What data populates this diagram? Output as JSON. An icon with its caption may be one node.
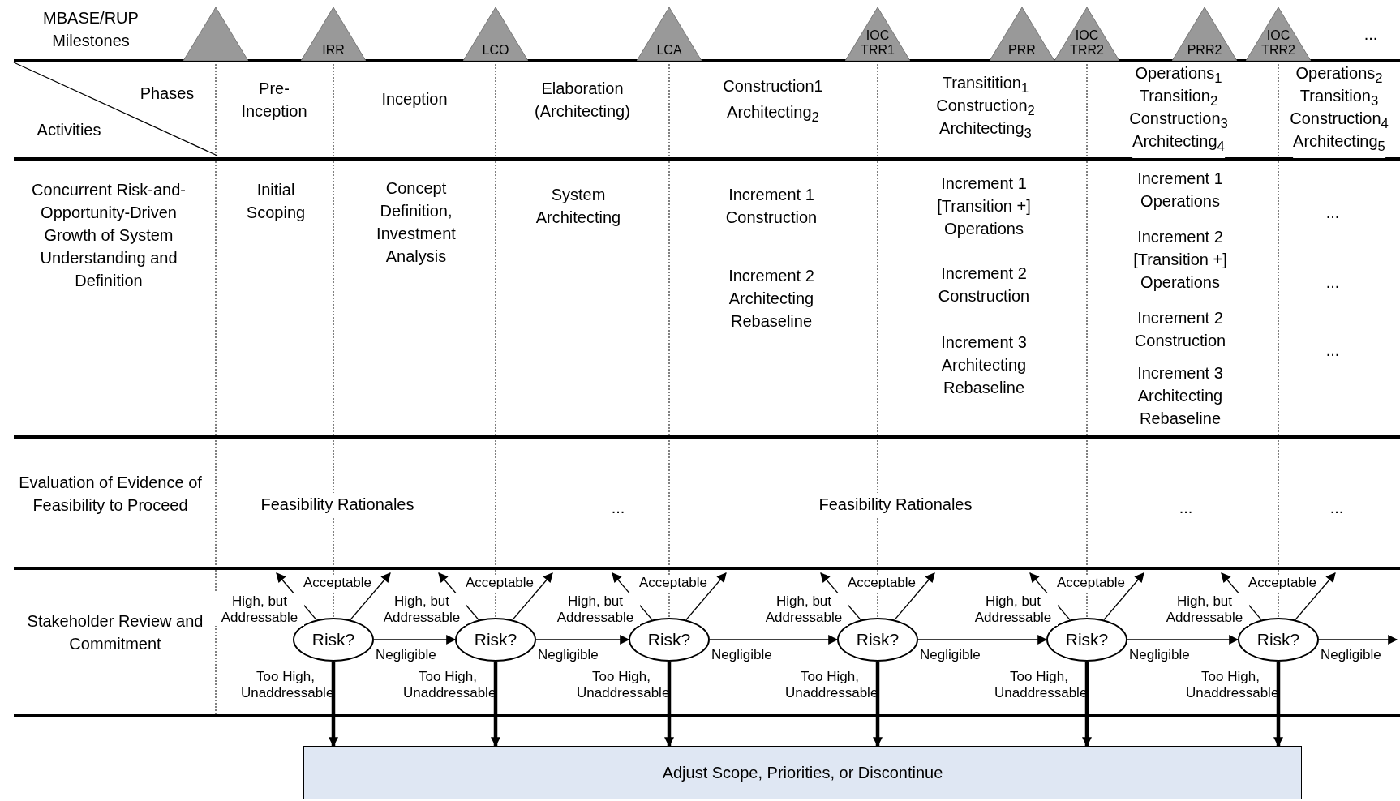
{
  "diagram": {
    "nodes": [
      {
        "text": [],
        "shape": "triangle"
      },
      {
        "text": [
          "IRR"
        ]
      },
      {
        "text": [
          "LCO"
        ]
      },
      {
        "text": [
          "LCA"
        ]
      },
      {
        "text": [
          "IOC TRR1"
        ]
      },
      {
        "text": [
          "PRR"
        ]
      },
      {
        "text": [
          "IOC TRR2"
        ]
      },
      {
        "text": [
          "PRR2"
        ]
      },
      {
        "text": [
          "IOC TRR2"
        ]
      },
      {
        "text": [
          "Risk?"
        ]
      },
      {
        "text": [
          "Risk?"
        ]
      },
      {
        "text": [
          "Risk?"
        ]
      },
      {
        "text": [
          "Risk?"
        ]
      },
      {
        "text": [
          "Risk?"
        ]
      },
      {
        "text": [
          "Risk?"
        ]
      },
      {
        "text": [
          "Adjust Scope, Priorities, or Discontinue"
        ]
      }
    ],
    "edges": [
      {
        "from": 9,
        "to": null,
        "arrow": "to",
        "label": "High, but Addressable"
      },
      {
        "from": 9,
        "to": null,
        "arrow": "to",
        "label": "Acceptable"
      },
      {
        "from": 9,
        "to": 10,
        "arrow": "to",
        "label": "Negligible"
      },
      {
        "from": 9,
        "to": 15,
        "arrow": "to",
        "label": "Too High, Unaddressable",
        "style": "thick"
      },
      {
        "from": 10,
        "to": null,
        "arrow": "to",
        "label": "High, but Addressable"
      },
      {
        "from": 10,
        "to": null,
        "arrow": "to",
        "label": "Acceptable"
      },
      {
        "from": 10,
        "to": 11,
        "arrow": "to",
        "label": "Negligible"
      },
      {
        "from": 10,
        "to": 15,
        "arrow": "to",
        "label": "Too High, Unaddressable",
        "style": "thick"
      },
      {
        "from": 11,
        "to": null,
        "arrow": "to",
        "label": "High, but Addressable"
      },
      {
        "from": 11,
        "to": null,
        "arrow": "to",
        "label": "Acceptable"
      },
      {
        "from": 11,
        "to": 12,
        "arrow": "to",
        "label": "Negligible"
      },
      {
        "from": 11,
        "to": 15,
        "arrow": "to",
        "label": "Too High, Unaddressable",
        "style": "thick"
      },
      {
        "from": 12,
        "to": null,
        "arrow": "to",
        "label": "High, but Addressable"
      },
      {
        "from": 12,
        "to": null,
        "arrow": "to",
        "label": "Acceptable"
      },
      {
        "from": 12,
        "to": 13,
        "arrow": "to",
        "label": "Negligible"
      },
      {
        "from": 12,
        "to": 15,
        "arrow": "to",
        "label": "Too High, Unaddressable",
        "style": "thick"
      },
      {
        "from": 13,
        "to": null,
        "arrow": "to",
        "label": "High, but Addressable"
      },
      {
        "from": 13,
        "to": null,
        "arrow": "to",
        "label": "Acceptable"
      },
      {
        "from": 13,
        "to": 14,
        "arrow": "to",
        "label": "Negligible"
      },
      {
        "from": 13,
        "to": 15,
        "arrow": "to",
        "label": "Too High, Unaddressable",
        "style": "thick"
      },
      {
        "from": 14,
        "to": null,
        "arrow": "to",
        "label": "High, but Addressable"
      },
      {
        "from": 14,
        "to": null,
        "arrow": "to",
        "label": "Acceptable"
      },
      {
        "from": 14,
        "to": null,
        "arrow": "to",
        "label": "Negligible"
      },
      {
        "from": 14,
        "to": 15,
        "arrow": "to",
        "label": "Too High, Unaddressable",
        "style": "thick"
      }
    ],
    "labels": [
      "MBASE/RUP Milestones",
      "...",
      "Phases",
      "Activities",
      "Pre-Inception",
      "Inception",
      "Elaboration (Architecting)",
      "Construction1",
      "Architecting$_{2}$",
      "Transitition$_{1}$",
      "Construction$_{2}$",
      "Architecting$_{3}$",
      "Operations$_{1}$",
      "Transition$_{2}$",
      "Construction$_{3}$",
      "Architecting$_{4}$",
      "Operations$_{2}$",
      "Transition$_{3}$",
      "Construction$_{4}$",
      "Architecting$_{5}$",
      "Concurrent Risk-and-Opportunity-Driven Growth of System Understanding and Definition",
      "Initial Scoping",
      "Concept Definition, Investment Analysis",
      "System Architecting",
      "Increment 1 Construction",
      "Increment 2 Architecting Rebaseline",
      "Increment 1 [Transition +] Operations",
      "Increment 2 Construction",
      "Increment 3 Architecting Rebaseline",
      "Increment 1 Operations",
      "Increment 2 [Transition +] Operations",
      "Increment 2 Construction",
      "Increment 3 Architecting Rebaseline",
      "...",
      "...",
      "...",
      "Evaluation of Evidence of Feasibility to Proceed",
      "Feasibility Rationales",
      "...",
      "Feasibility Rationales",
      "...",
      "...",
      "Stakeholder Review and Commitment"
    ]
  }
}
